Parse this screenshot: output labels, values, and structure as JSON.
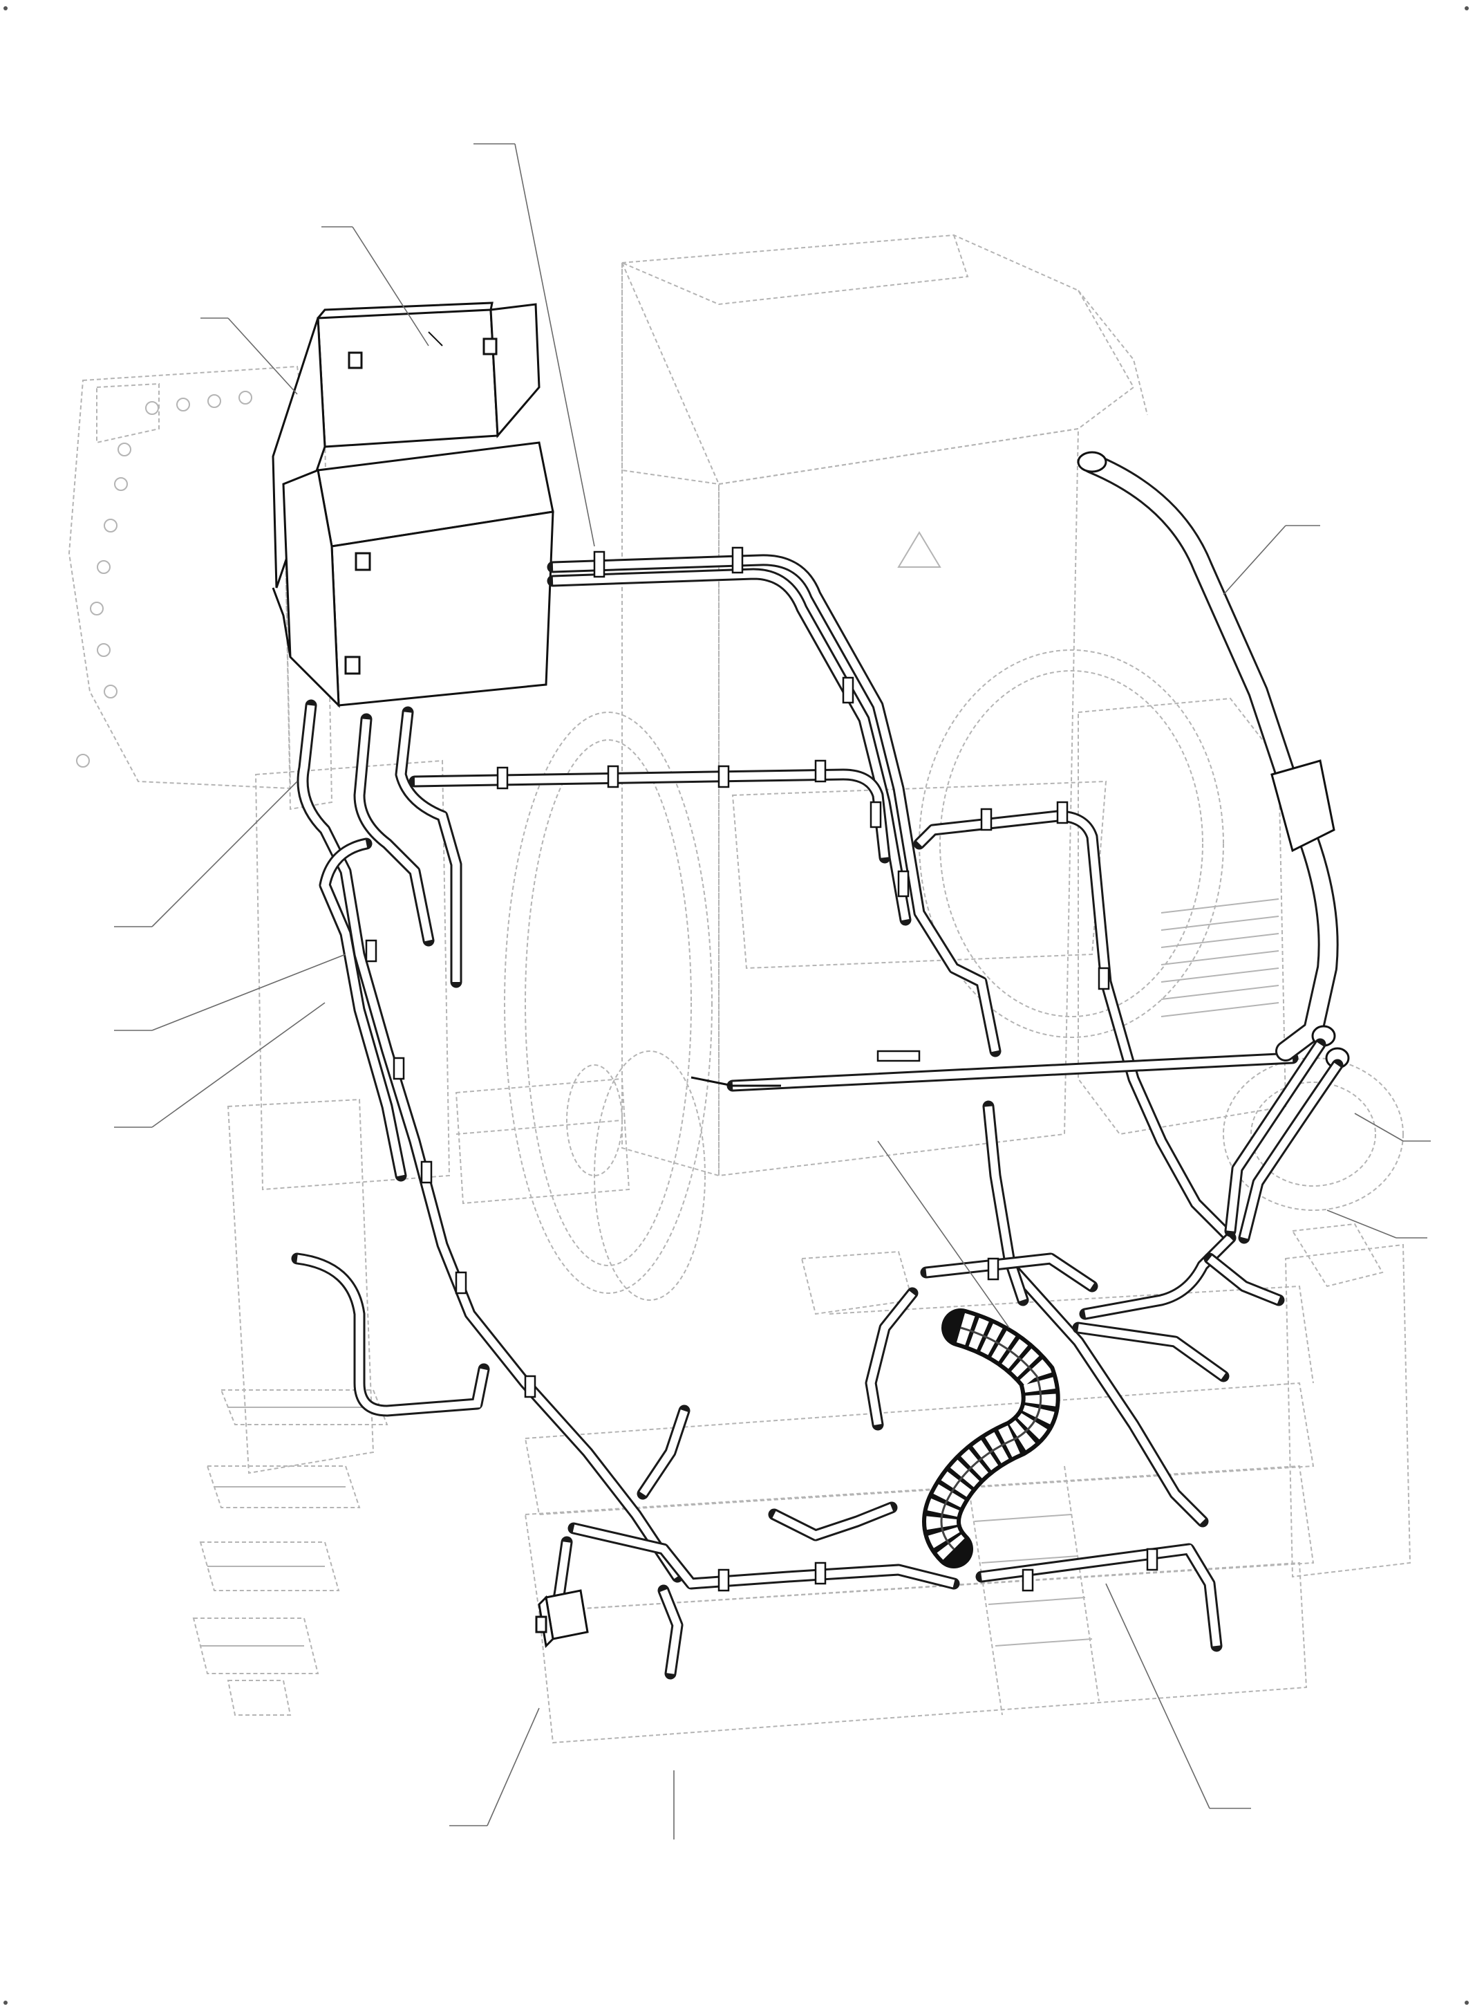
{
  "drawing": {
    "kind": "isometric line drawing",
    "highlighted_parts": [
      "electrical-cabinets",
      "cable-harness",
      "cable-drag-chain",
      "flexible-conduit",
      "junction-box"
    ],
    "ghosted_parts": [
      "machine-frame",
      "flywheel",
      "hopper-housing",
      "motor",
      "access-ladder"
    ],
    "colors": {
      "foreground_line": "#1a1a1a",
      "ghost_line": "#b4b4b4",
      "leader_line": "#6a6a6a",
      "background": "#ffffff"
    }
  },
  "callouts": [
    {
      "id": "cabinet-upper"
    },
    {
      "id": "cabinet-lower"
    },
    {
      "id": "harness-top"
    },
    {
      "id": "conduit"
    },
    {
      "id": "cable-left-1"
    },
    {
      "id": "cable-left-2"
    },
    {
      "id": "cable-left-3"
    },
    {
      "id": "motor-connection-1"
    },
    {
      "id": "motor-connection-2"
    },
    {
      "id": "central-cable"
    },
    {
      "id": "junction-box"
    },
    {
      "id": "bottom-frame"
    },
    {
      "id": "drag-chain-rail"
    }
  ]
}
